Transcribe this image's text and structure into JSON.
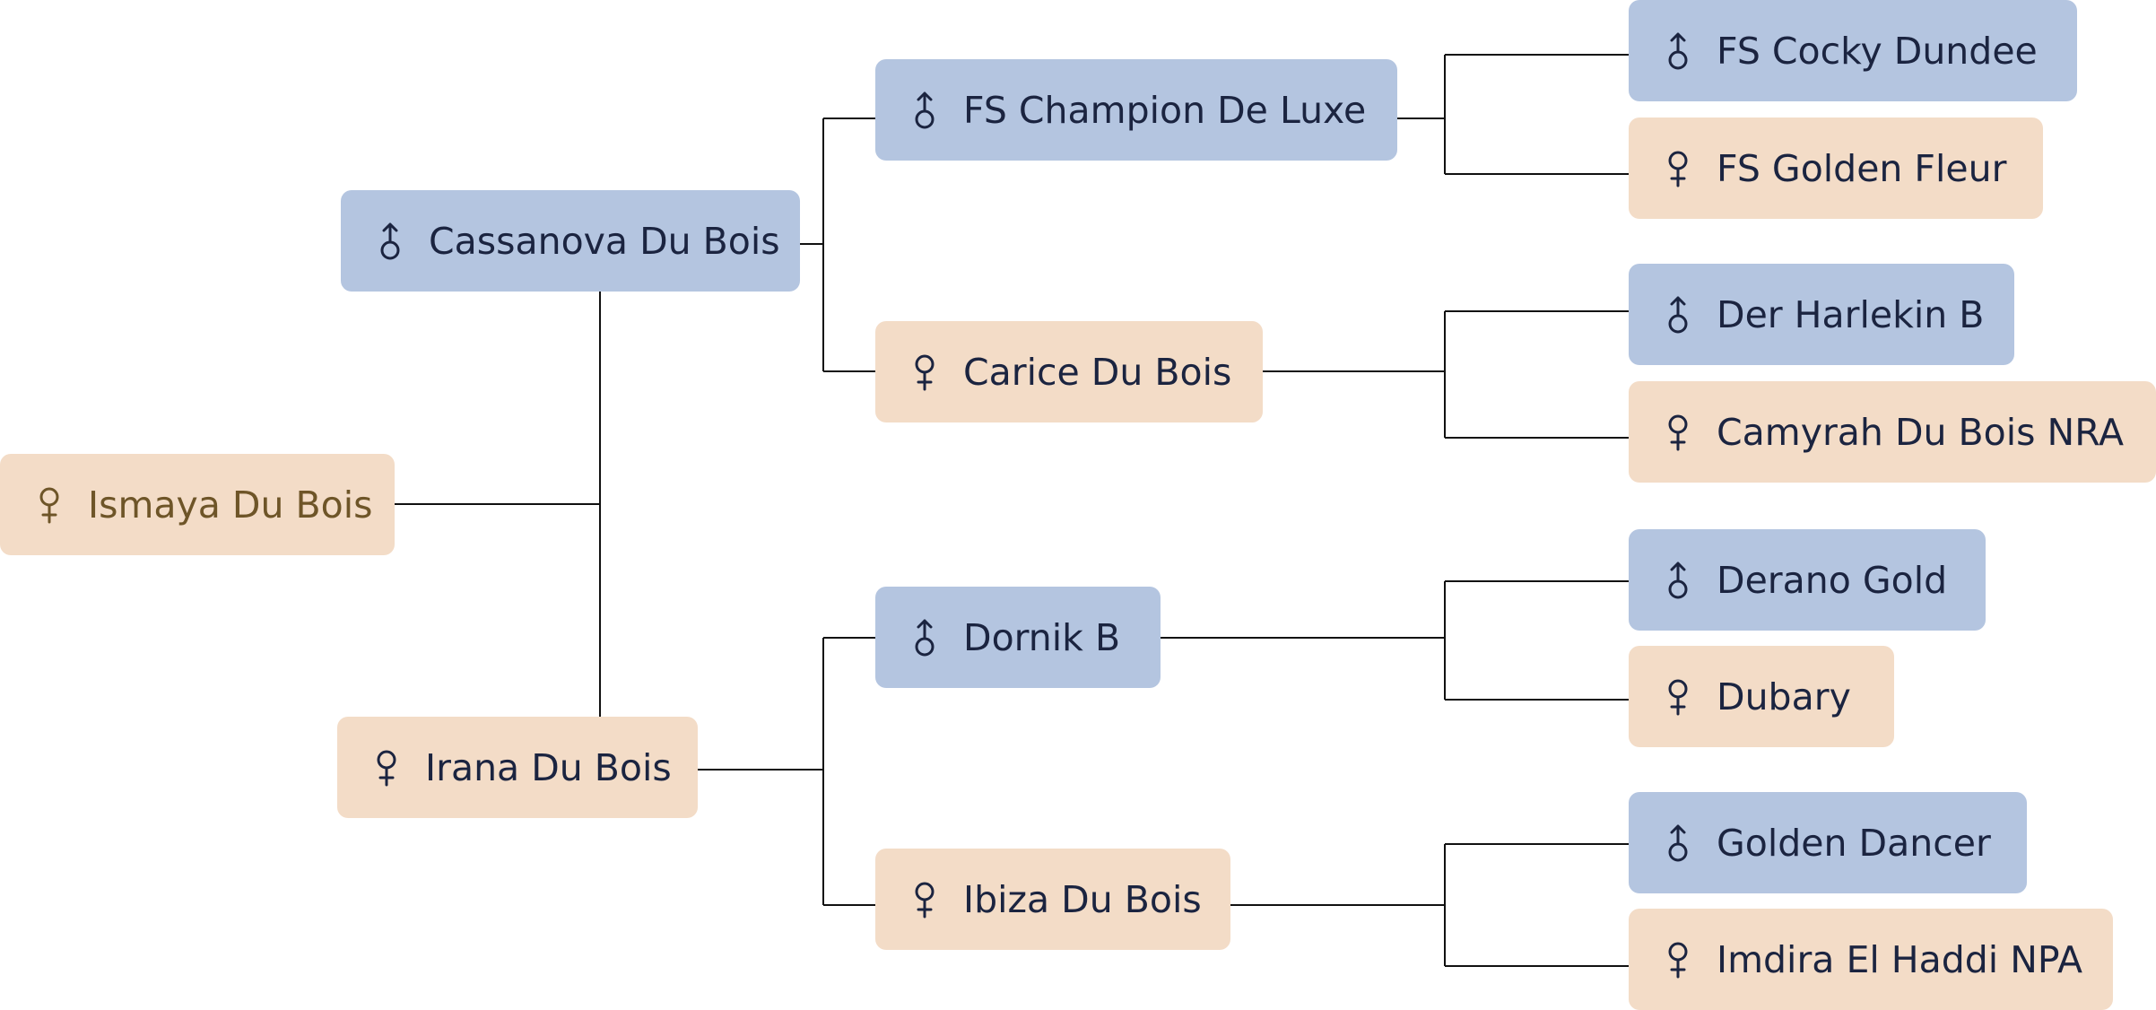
{
  "pedigree": {
    "subject": {
      "name": "Ismaya Du Bois",
      "sex": "female"
    },
    "sire": {
      "name": "Cassanova Du Bois",
      "sex": "male"
    },
    "dam": {
      "name": "Irana Du Bois",
      "sex": "female"
    },
    "sire_sire": {
      "name": "FS Champion De Luxe",
      "sex": "male"
    },
    "sire_dam": {
      "name": "Carice Du Bois",
      "sex": "female"
    },
    "dam_sire": {
      "name": "Dornik B",
      "sex": "male"
    },
    "dam_dam": {
      "name": "Ibiza Du Bois",
      "sex": "female"
    },
    "sire_sire_sire": {
      "name": "FS Cocky Dundee",
      "sex": "male"
    },
    "sire_sire_dam": {
      "name": "FS Golden Fleur",
      "sex": "female"
    },
    "sire_dam_sire": {
      "name": "Der Harlekin B",
      "sex": "male"
    },
    "sire_dam_dam": {
      "name": "Camyrah Du Bois NRA",
      "sex": "female"
    },
    "dam_sire_sire": {
      "name": "Derano Gold",
      "sex": "male"
    },
    "dam_sire_dam": {
      "name": "Dubary",
      "sex": "female"
    },
    "dam_dam_sire": {
      "name": "Golden Dancer",
      "sex": "male"
    },
    "dam_dam_dam": {
      "name": "Imdira El Haddi NPA",
      "sex": "female"
    }
  },
  "icons": {
    "male": "male-symbol-icon",
    "female": "female-symbol-icon"
  },
  "colors": {
    "male_box": "#b4c5e0",
    "female_box": "#f3dcc7",
    "text": "#1b2440",
    "subject_text": "#6e5528",
    "connector": "#111111"
  }
}
